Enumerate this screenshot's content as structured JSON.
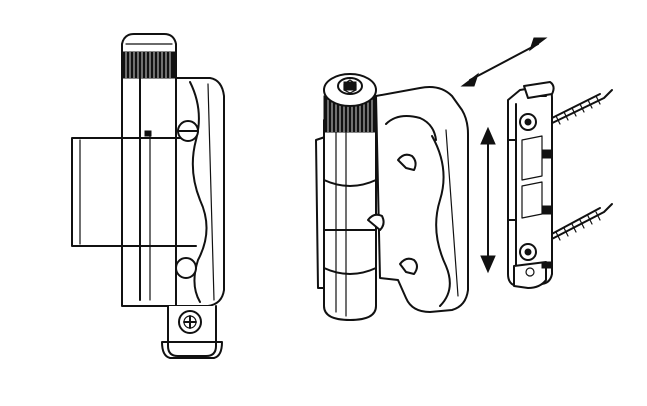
{
  "figure": {
    "background": "#ffffff",
    "line_color": "#111111",
    "views": [
      {
        "name": "side-view",
        "parts": [
          "door-profile",
          "hinge-body",
          "knurled-cap",
          "mounting-screw",
          "mounting-bracket"
        ]
      },
      {
        "name": "perspective-view",
        "parts": [
          "hinge-barrel",
          "knurled-cap",
          "hinge-leaf",
          "adjustment-slots"
        ]
      },
      {
        "name": "frame-plate-view",
        "parts": [
          "frame-plate",
          "wood-screws"
        ]
      }
    ],
    "arrows": [
      {
        "name": "diagonal-adjustment-arrow",
        "kind": "double-headed"
      },
      {
        "name": "vertical-adjustment-arrow",
        "kind": "double-headed"
      }
    ]
  }
}
